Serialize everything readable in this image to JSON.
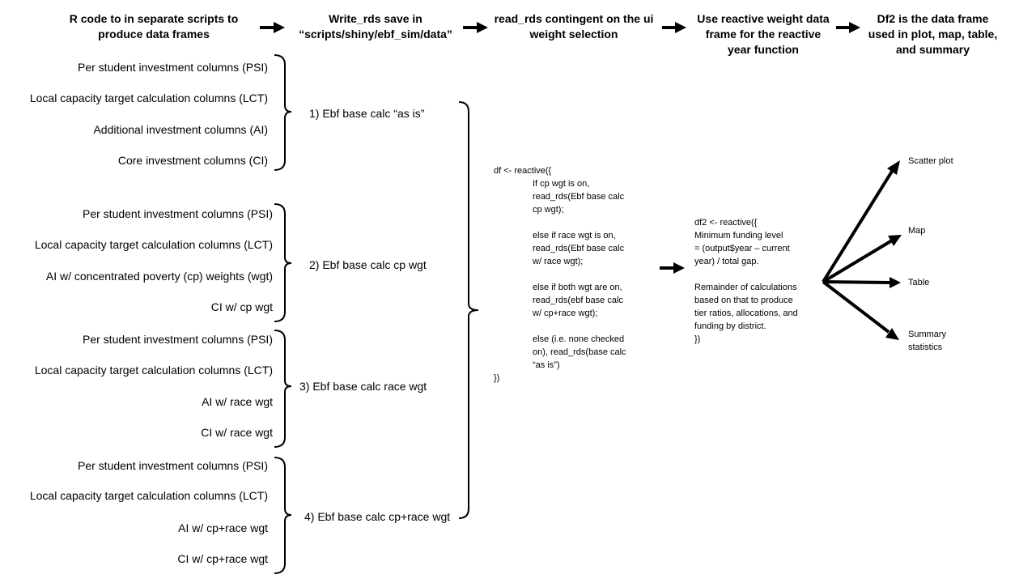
{
  "headers": {
    "step1": "R code to in separate scripts to produce data frames",
    "step2": "Write_rds save in “scripts/shiny/ebf_sim/data”",
    "step3": "read_rds contingent on the ui weight selection",
    "step4": "Use reactive weight data frame for the reactive year function",
    "step5": "Df2 is the data frame used in plot, map, table, and summary"
  },
  "groups": [
    {
      "label": "1) Ebf base calc “as is”",
      "items": [
        "Per student investment columns (PSI)",
        "Local capacity target calculation columns (LCT)",
        "Additional investment columns (AI)",
        "Core investment columns (CI)"
      ]
    },
    {
      "label": "2) Ebf base calc cp wgt",
      "items": [
        "Per student investment columns (PSI)",
        "Local capacity target calculation columns (LCT)",
        "AI w/ concentrated poverty (cp) weights (wgt)",
        "CI w/ cp wgt"
      ]
    },
    {
      "label": "3) Ebf base calc race wgt",
      "items": [
        "Per student investment columns (PSI)",
        "Local capacity target calculation columns (LCT)",
        "AI w/ race wgt",
        "CI w/ race wgt"
      ]
    },
    {
      "label": "4) Ebf base calc cp+race wgt",
      "items": [
        "Per student investment columns (PSI)",
        "Local capacity target calculation columns (LCT)",
        "AI w/ cp+race wgt",
        "CI w/ cp+race wgt"
      ]
    }
  ],
  "code_df": {
    "line1": "df <- reactive({",
    "body": "If cp wgt is on,\nread_rds(Ebf base calc\ncp wgt);\n\nelse if race wgt is on,\nread_rds(Ebf base calc\nw/ race wgt);\n\nelse if both wgt are on,\nread_rds(ebf base calc\nw/ cp+race wgt);\n\nelse (i.e. none checked\non), read_rds(base calc\n“as is”)",
    "close": "})"
  },
  "code_df2": "df2 <- reactive({\nMinimum funding level\n= (output$year – current\nyear) / total gap.\n\nRemainder of calculations\nbased on that to produce\ntier ratios, allocations, and\nfunding by district.\n})",
  "outputs": {
    "scatter": "Scatter plot",
    "map": "Map",
    "table": "Table",
    "summary": "Summary\nstatistics"
  }
}
